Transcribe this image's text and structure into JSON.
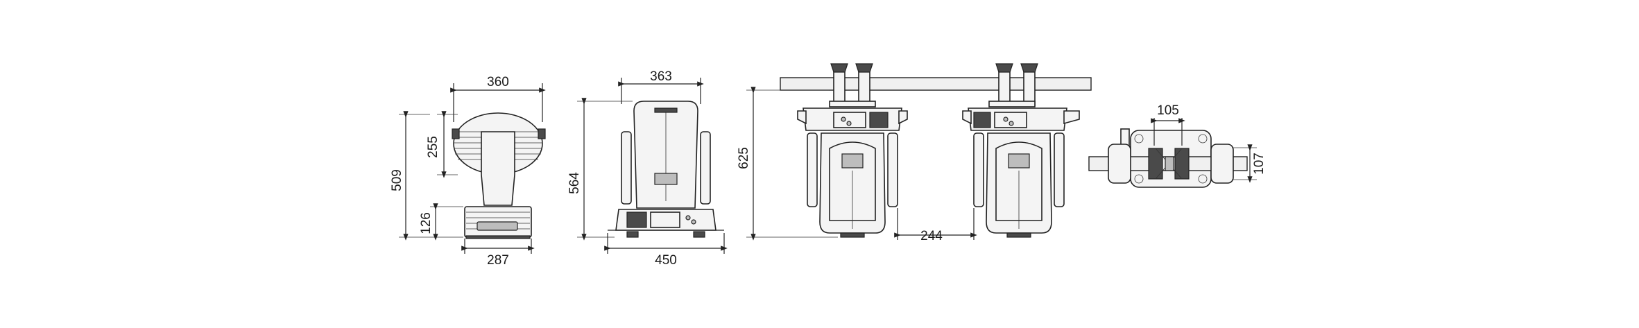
{
  "views": {
    "side": {
      "dim_width_top": "360",
      "dim_head_height": "255",
      "dim_total_height": "509",
      "dim_base_height": "126",
      "dim_base_width": "287"
    },
    "front": {
      "dim_width_top": "363",
      "dim_total_height": "564",
      "dim_base_width": "450"
    },
    "hanging": {
      "dim_total_height": "625",
      "dim_clearance": "244"
    },
    "top": {
      "dim_clamp_spacing": "105",
      "dim_truss_depth": "107"
    }
  },
  "colors": {
    "line": "#222222",
    "fill": "#f4f4f4",
    "dark": "#4a4a4a"
  }
}
